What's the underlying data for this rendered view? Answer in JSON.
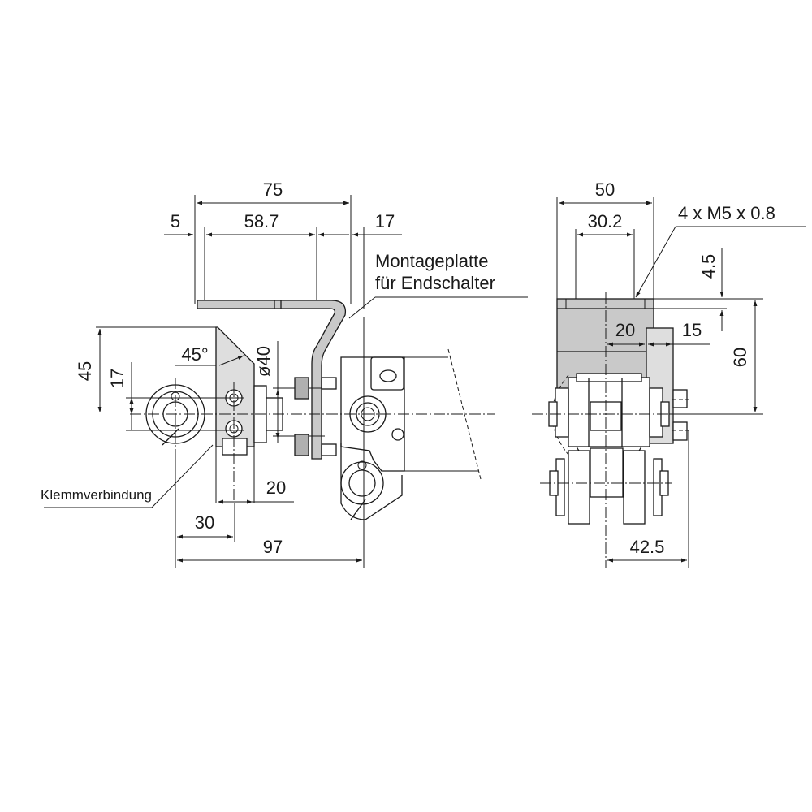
{
  "side_view": {
    "dimensions": {
      "overall_plate_length": "75",
      "offset_left": "5",
      "hole_spacing": "58.7",
      "offset_right": "17",
      "height_total": "45",
      "height_center": "17",
      "chamfer_angle": "45°",
      "bore_diameter": "ø40",
      "flange_width": "20",
      "clamp_offset": "30",
      "overall_length": "97"
    },
    "callouts": {
      "mounting_plate_line1": "Montageplatte",
      "mounting_plate_line2": "für Endschalter",
      "clamp_connection": "Klemmverbindung"
    }
  },
  "front_view": {
    "dimensions": {
      "overall_width": "50",
      "thread_spacing": "30.2",
      "plate_thickness": "4.5",
      "center_to_edge": "20",
      "bracket_width": "15",
      "height": "60",
      "shaft_offset": "42.5"
    },
    "callouts": {
      "thread_spec": "4 x M5 x 0.8"
    }
  },
  "colors": {
    "line": "#1a1a1a",
    "fill_grey": "#c9c9c9",
    "fill_light_grey": "#dedede",
    "background": "#ffffff"
  }
}
